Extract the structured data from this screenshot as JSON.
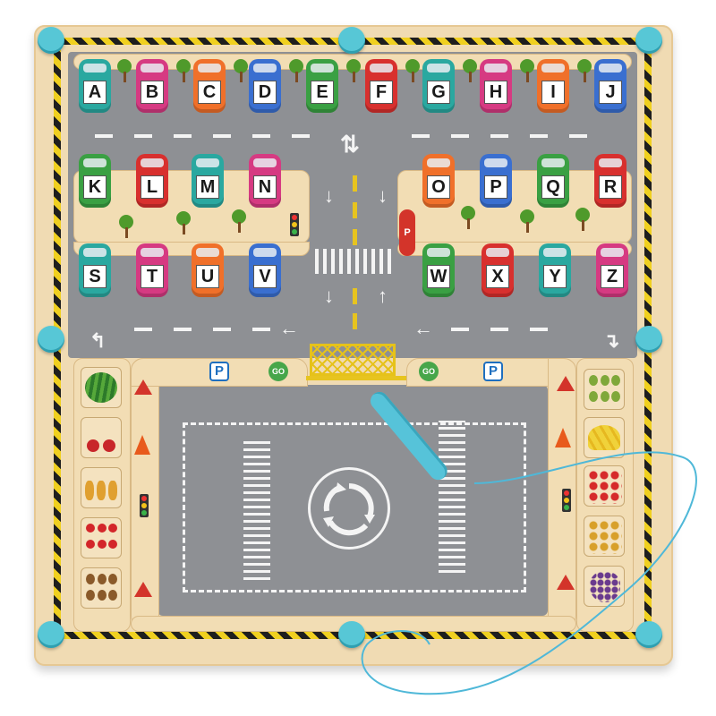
{
  "letters_row1": [
    "A",
    "B",
    "C",
    "D",
    "E",
    "F",
    "G",
    "H",
    "I",
    "J"
  ],
  "letters_row2_left": [
    "K",
    "L",
    "M",
    "N"
  ],
  "letters_row2_right": [
    "O",
    "P",
    "Q",
    "R"
  ],
  "letters_row3_left": [
    "S",
    "T",
    "U",
    "V"
  ],
  "letters_row3_right": [
    "W",
    "X",
    "Y",
    "Z"
  ],
  "car_colors_row1": [
    "#2aa8a0",
    "#d63a82",
    "#f0702a",
    "#3a6fd0",
    "#3aa043",
    "#d8302e",
    "#2aa8a0",
    "#d63a82",
    "#f0702a",
    "#3a6fd0"
  ],
  "car_colors_row2": [
    "#3aa043",
    "#d8302e",
    "#2aa8a0",
    "#d63a82",
    "#f0702a",
    "#3a6fd0",
    "#3aa043",
    "#d8302e"
  ],
  "car_colors_row3": [
    "#2aa8a0",
    "#d63a82",
    "#f0702a",
    "#3a6fd0",
    "#3aa043",
    "#d8302e",
    "#2aa8a0",
    "#d63a82"
  ],
  "parking_sign": "P",
  "go_sign": "GO",
  "road_color": "#8e9094",
  "wood_color": "#f0dbb3",
  "pin_color": "#57c7d6",
  "icons": [
    "roundabout-icon",
    "traffic-light-icon",
    "traffic-cone-icon",
    "pedestrian-sign-icon",
    "warning-sign-icon",
    "tree-icon",
    "magnetic-pen-icon"
  ]
}
